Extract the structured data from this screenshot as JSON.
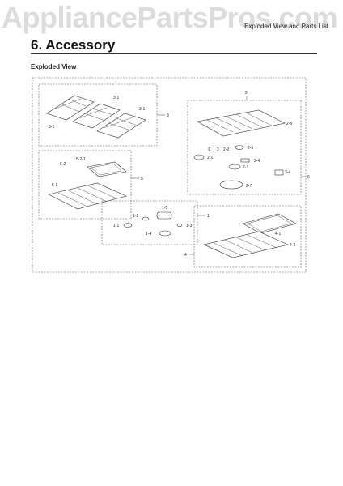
{
  "watermark": "AppliancePartsPros.com",
  "header": {
    "ref": "Exploded View and Parts List"
  },
  "section": {
    "title": "6.  Accessory",
    "subheading": "Exploded View"
  },
  "labels": {
    "l3_1a": "3-1",
    "l3_1b": "3-1",
    "l3_1c": "3-1",
    "l3": "3",
    "l2": "2",
    "l2_5": "2-5",
    "l2_2": "2-2",
    "l2_6": "2-6",
    "l2_1": "2-1",
    "l2_4": "2-4",
    "l2_3": "2-3",
    "l3_4": "3-4",
    "l2_7": "2-7",
    "l6": "6",
    "l5_2": "5-2",
    "l5_2_1": "5-2-1",
    "l5": "5",
    "l5_1": "5-1",
    "l1_5": "1-5",
    "l1_2": "1-2",
    "l1": "1",
    "l1_1": "1-1",
    "l1_3": "1-3",
    "l1_4": "1-4",
    "l4_1": "4-1",
    "l4": "4",
    "l4_2": "4-2"
  },
  "icons": [
    "grate-icon",
    "rack-icon",
    "griddle-icon",
    "knob-icon",
    "pan-icon"
  ]
}
